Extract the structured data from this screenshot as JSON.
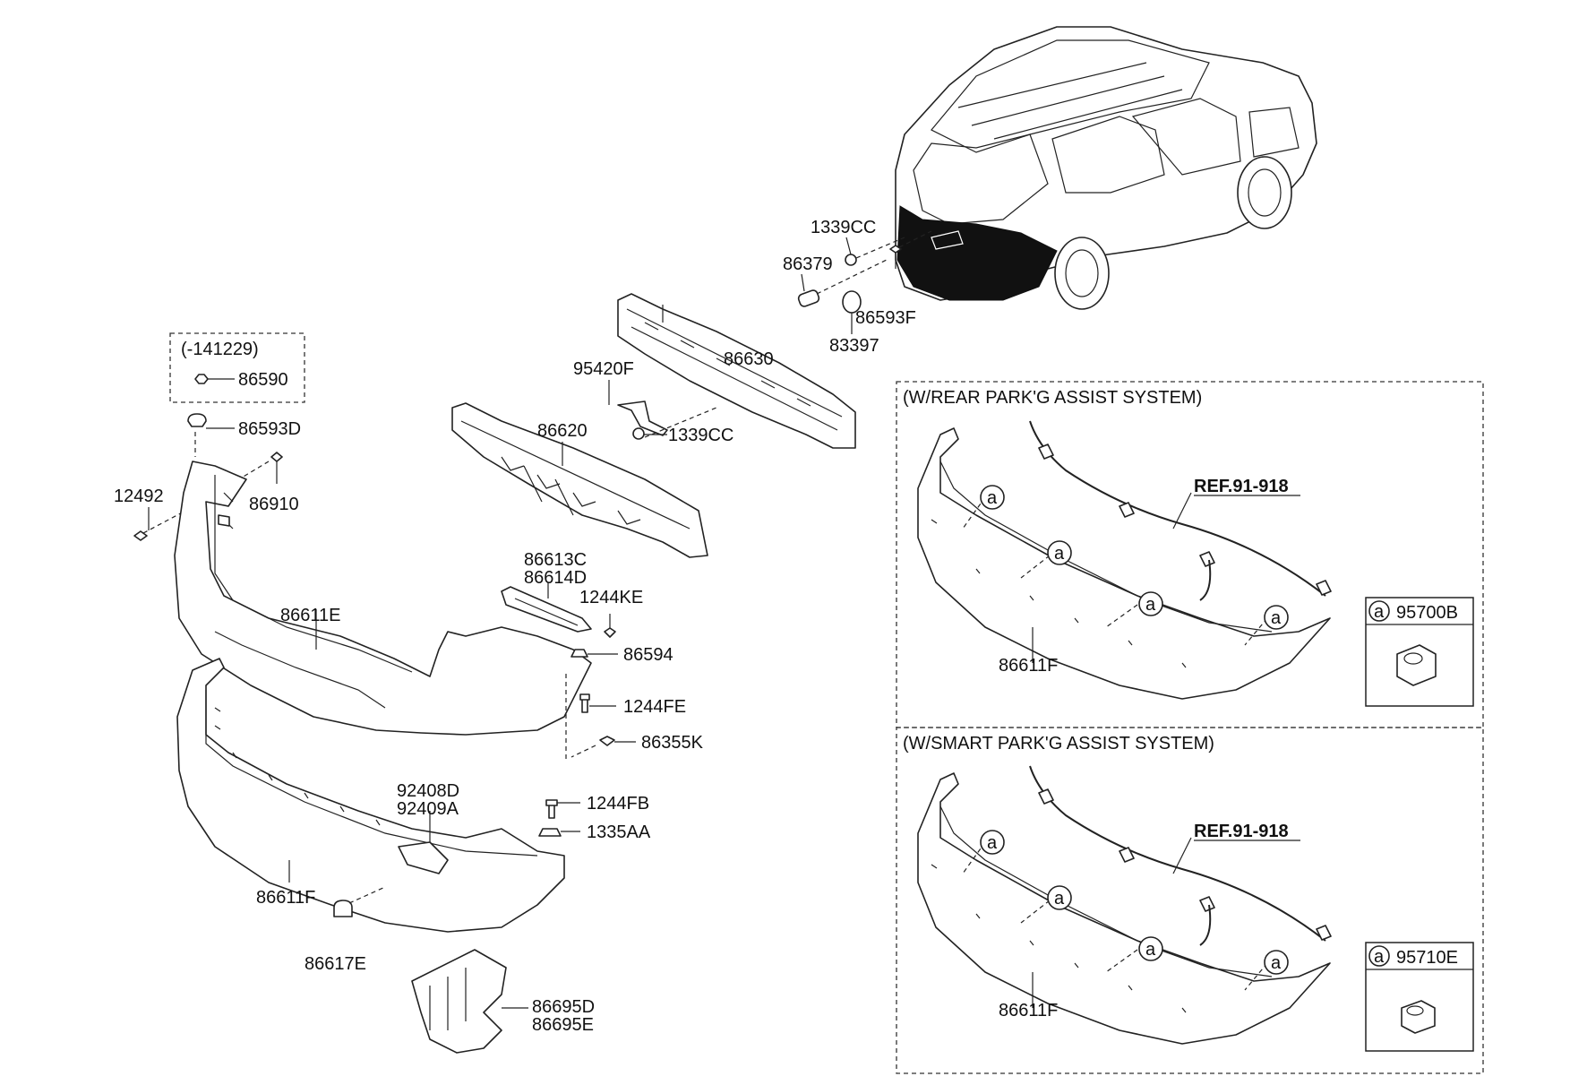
{
  "labels": {
    "p1339CC_top": "1339CC",
    "p86379": "86379",
    "p86593F": "86593F",
    "p83397": "83397",
    "p95420F": "95420F",
    "p86630": "86630",
    "p1339CC_mid": "1339CC",
    "p86620": "86620",
    "p141229": "(-141229)",
    "p86590": "86590",
    "p86593D": "86593D",
    "p12492": "12492",
    "p86910": "86910",
    "p86613C": "86613C",
    "p86614D": "86614D",
    "p1244KE": "1244KE",
    "p86611E": "86611E",
    "p86594": "86594",
    "p1244FE": "1244FE",
    "p86355K": "86355K",
    "p92408D": "92408D",
    "p92409A": "92409A",
    "p1244FB": "1244FB",
    "p1335AA": "1335AA",
    "p86611F": "86611F",
    "p86617E": "86617E",
    "p86695D": "86695D",
    "p86695E": "86695E"
  },
  "panels": {
    "rear": {
      "title": "(W/REAR PARK'G ASSIST SYSTEM)",
      "ref": "REF.91-918",
      "part": "86611F",
      "callout": "a",
      "sensor_code": "95700B"
    },
    "smart": {
      "title": "(W/SMART PARK'G ASSIST SYSTEM)",
      "ref": "REF.91-918",
      "part": "86611F",
      "callout": "a",
      "sensor_code": "95710E"
    }
  }
}
